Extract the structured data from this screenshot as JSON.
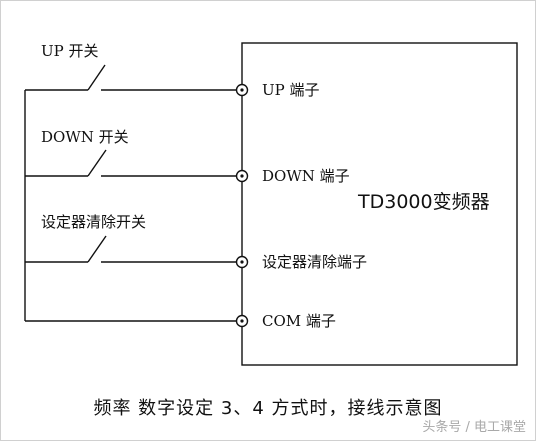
{
  "diagram": {
    "inverter": {
      "label": "TD3000变频器"
    },
    "switches": [
      {
        "label": "UP 开关"
      },
      {
        "label": "DOWN 开关"
      },
      {
        "label": "设定器清除开关"
      }
    ],
    "terminals": [
      {
        "label": "UP 端子"
      },
      {
        "label": "DOWN 端子"
      },
      {
        "label": "设定器清除端子"
      },
      {
        "label": "COM 端子"
      }
    ],
    "caption": "频率 数字设定 3、4 方式时，接线示意图"
  },
  "watermark": "头条号 / 电工课堂",
  "colors": {
    "line": "#111111",
    "frame": "#d0d0d0",
    "watermark": "#a9a9a9"
  }
}
